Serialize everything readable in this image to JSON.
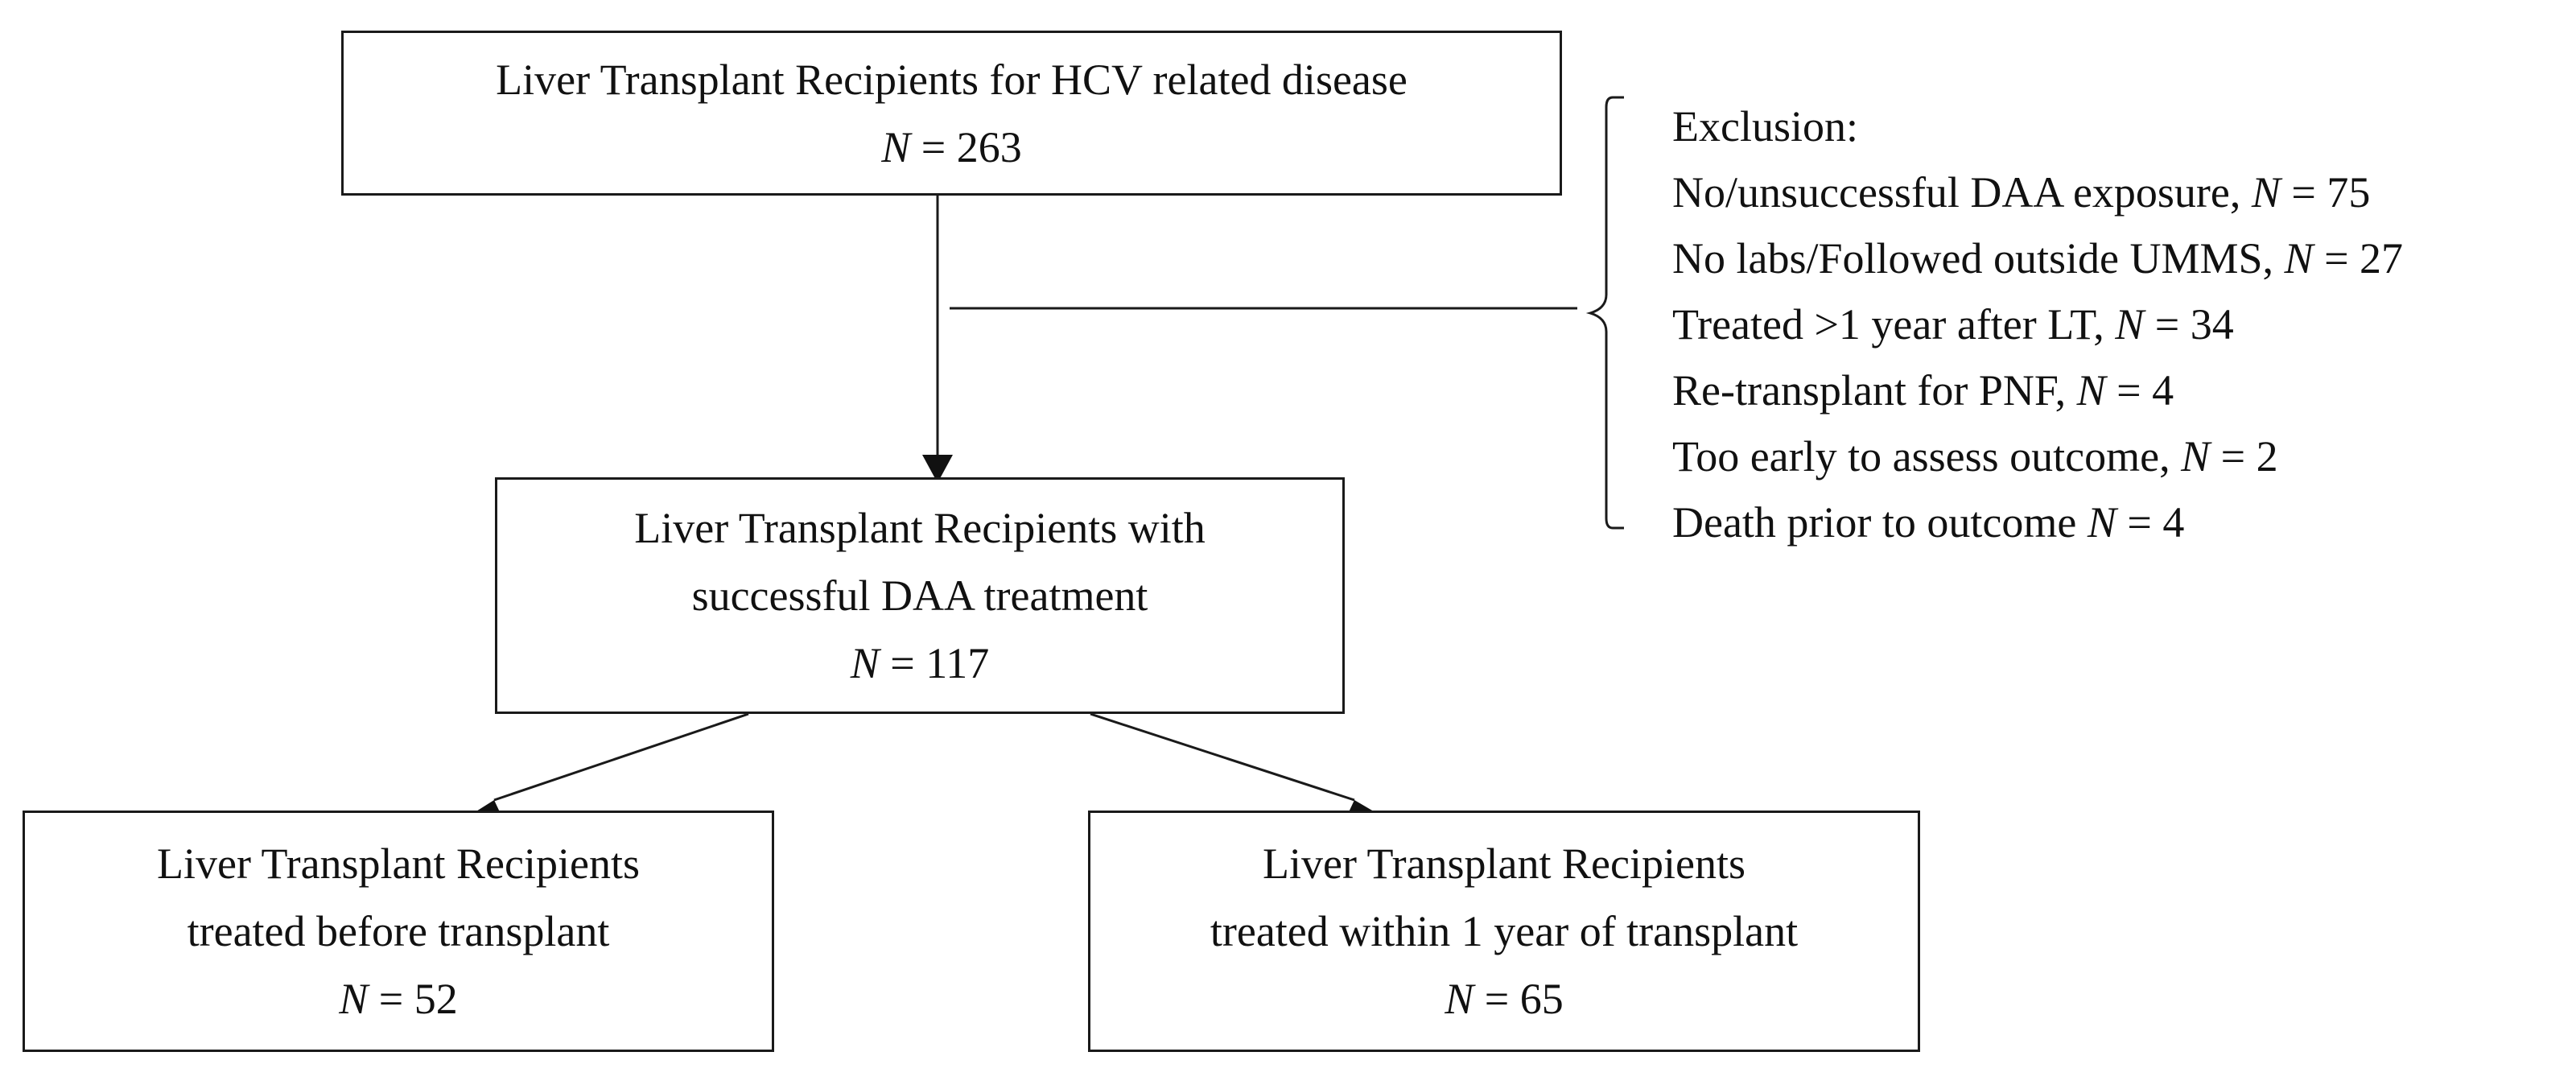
{
  "top_box": {
    "title": "Liver Transplant Recipients for HCV related disease",
    "n_label": "N",
    "n_rest": " = 263"
  },
  "mid_box": {
    "line1": "Liver Transplant Recipients with",
    "line2": "successful DAA treatment",
    "n_label": "N",
    "n_rest": " = 117"
  },
  "left_box": {
    "line1": "Liver Transplant Recipients",
    "line2": "treated before transplant",
    "n_label": "N",
    "n_rest": " = 52"
  },
  "right_box": {
    "line1": "Liver Transplant Recipients",
    "line2": "treated within 1 year of transplant",
    "n_label": "N",
    "n_rest": " = 65"
  },
  "exclusion": {
    "heading": "Exclusion:",
    "items": [
      {
        "text": "No/unsuccessful DAA exposure, ",
        "n_label": "N",
        "n_rest": " = 75"
      },
      {
        "text": "No labs/Followed outside UMMS, ",
        "n_label": "N",
        "n_rest": " = 27"
      },
      {
        "text": "Treated >1 year after LT, ",
        "n_label": "N",
        "n_rest": " = 34"
      },
      {
        "text": "Re-transplant for PNF, ",
        "n_label": "N",
        "n_rest": " = 4"
      },
      {
        "text": "Too early to assess outcome, ",
        "n_label": "N",
        "n_rest": " = 2"
      },
      {
        "text": "Death prior to outcome ",
        "n_label": "N",
        "n_rest": " = 4"
      }
    ]
  }
}
